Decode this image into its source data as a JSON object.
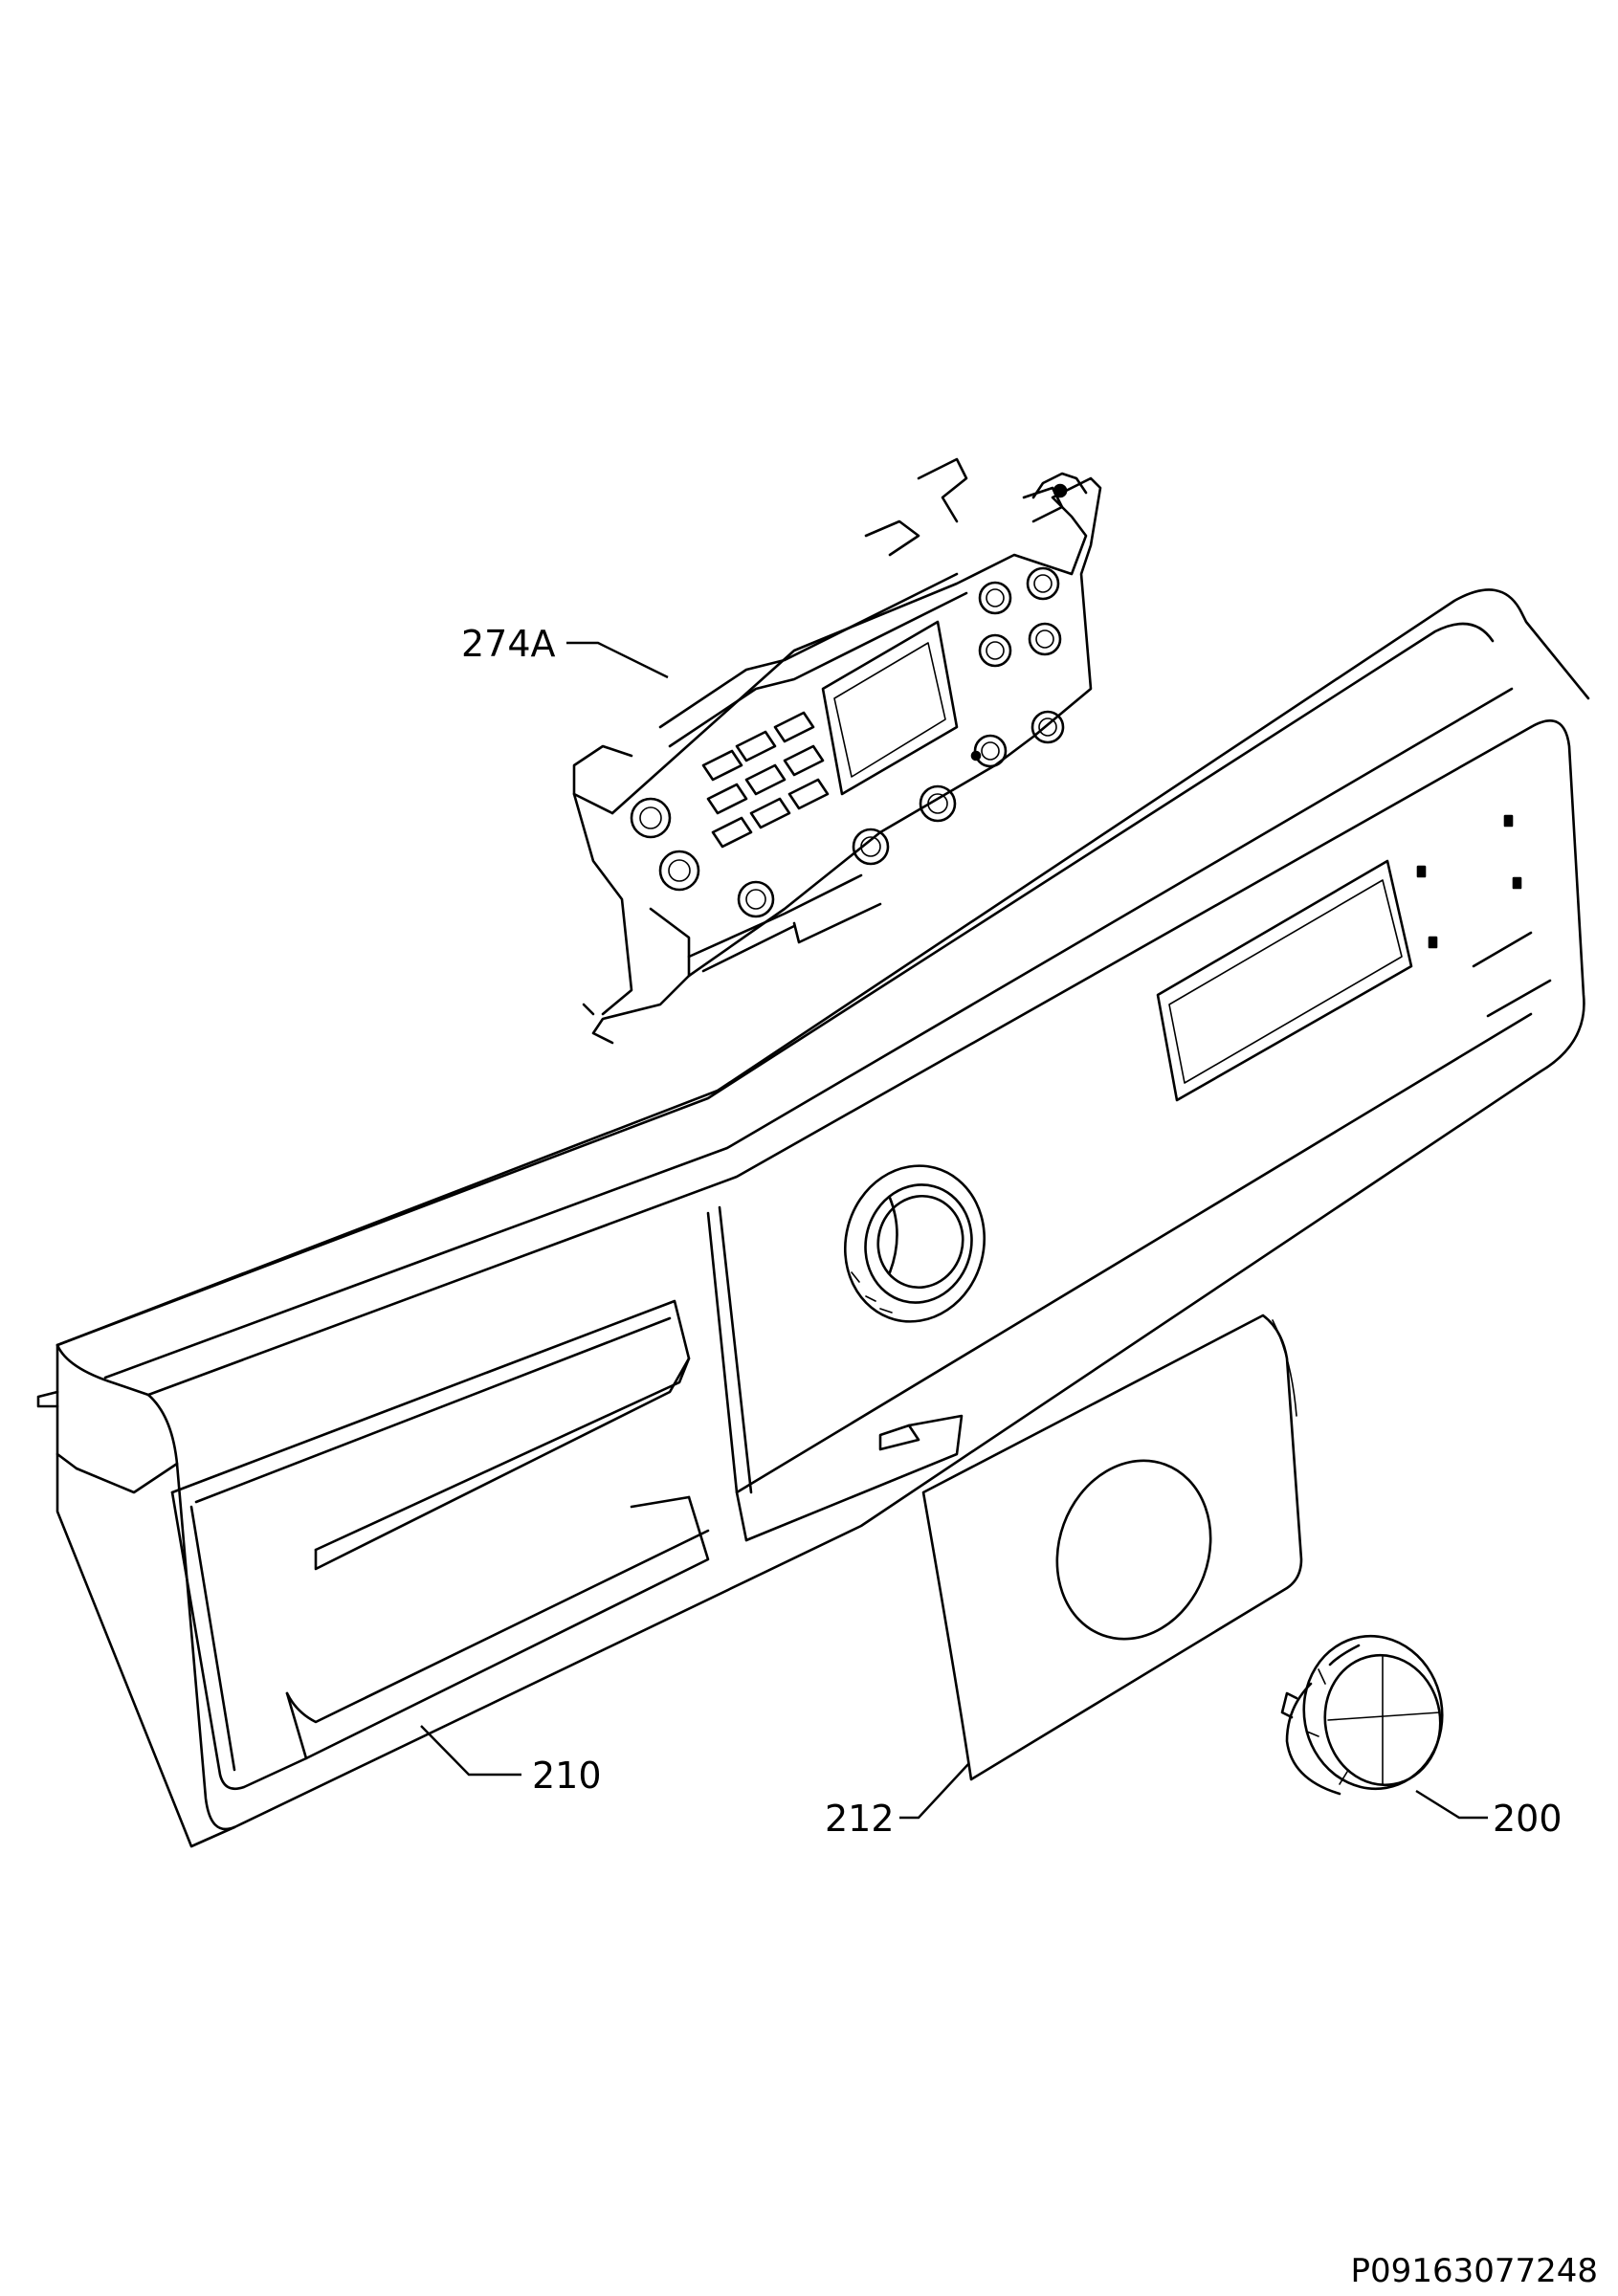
{
  "callouts": {
    "c274a": "274A",
    "c210": "210",
    "c212": "212",
    "c200": "200"
  },
  "document_id": "P09163077248"
}
